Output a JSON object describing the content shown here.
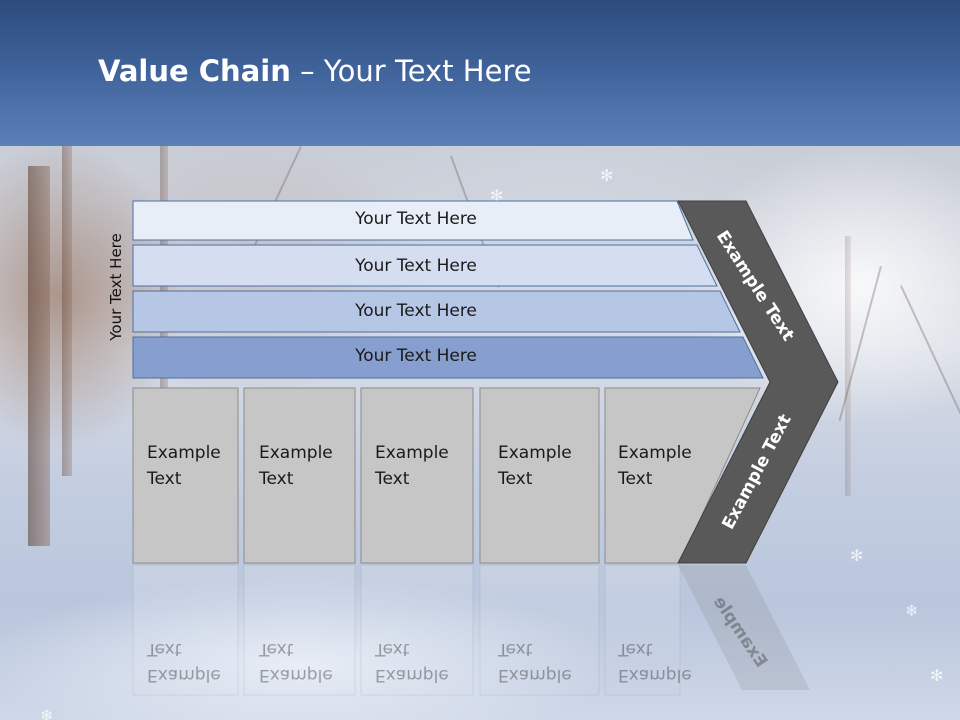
{
  "title": {
    "bold": "Value Chain",
    "rest": " – Your Text Here"
  },
  "side_label": "Your Text Here",
  "rows": [
    {
      "label": "Your Text Here",
      "color": "#e8eef8"
    },
    {
      "label": "Your Text Here",
      "color": "#d4def0"
    },
    {
      "label": "Your Text Here",
      "color": "#b5c7e4"
    },
    {
      "label": "Your Text Here",
      "color": "#869fce"
    }
  ],
  "boxes": [
    {
      "line1": "Example",
      "line2": "Text"
    },
    {
      "line1": "Example",
      "line2": "Text"
    },
    {
      "line1": "Example",
      "line2": "Text"
    },
    {
      "line1": "Example",
      "line2": "Text"
    },
    {
      "line1": "Example",
      "line2": "Text"
    }
  ],
  "arrow": {
    "upper_label": "Example Text",
    "lower_label": "Example Text",
    "color": "#595959"
  },
  "box_color": "#c6c6c6",
  "reflection": {
    "box_line1": "Example",
    "box_line2": "Text",
    "arrow_label": "Example"
  }
}
